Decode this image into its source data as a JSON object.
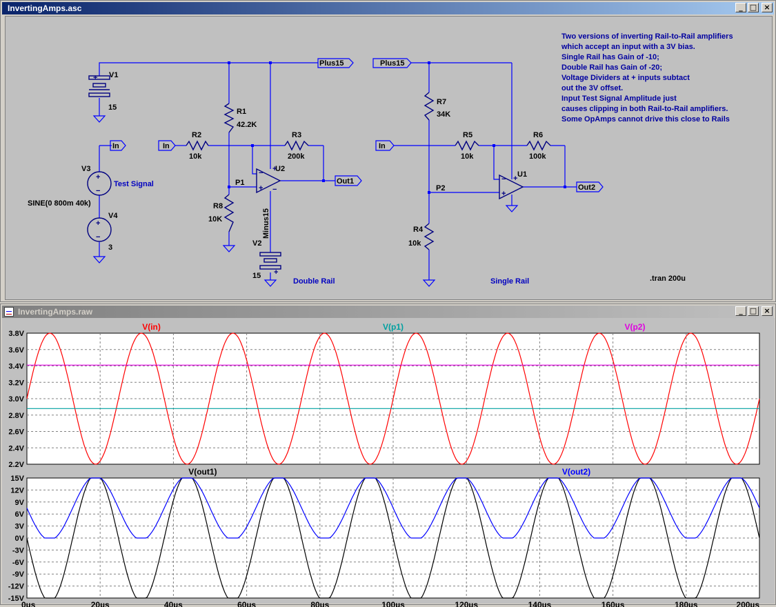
{
  "schematic_window": {
    "title": "InvertingAmps.asc",
    "buttons": {
      "minimize": "_",
      "maximize": "□",
      "close": "×"
    },
    "notes": [
      "Two versions of inverting Rail-to-Rail amplifiers",
      "which accept an input with a 3V bias.",
      "Single Rail has Gain of -10;",
      "Double Rail has Gain of -20;",
      "Voltage Dividers at + inputs subtact",
      "out the 3V offset.",
      "Input Test Signal Amplitude just",
      "causes clipping in both Rail-to-Rail amplifiers.",
      "Some OpAmps cannot drive this close to Rails"
    ],
    "components": {
      "v1": {
        "name": "V1",
        "value": "15"
      },
      "v2": {
        "name": "V2",
        "value": "15"
      },
      "v3": {
        "name": "V3",
        "label": "Test Signal",
        "value": "SINE(0 800m 40k)"
      },
      "v4": {
        "name": "V4",
        "value": "3"
      },
      "r1": {
        "name": "R1",
        "value": "42.2K"
      },
      "r2": {
        "name": "R2",
        "value": "10k"
      },
      "r3": {
        "name": "R3",
        "value": "200k"
      },
      "r4": {
        "name": "R4",
        "value": "10k"
      },
      "r5": {
        "name": "R5",
        "value": "10k"
      },
      "r6": {
        "name": "R6",
        "value": "100k"
      },
      "r7": {
        "name": "R7",
        "value": "34K"
      },
      "r8": {
        "name": "R8",
        "value": "10K"
      },
      "u1": {
        "name": "U1"
      },
      "u2": {
        "name": "U2"
      }
    },
    "nets": {
      "plus15": "Plus15",
      "minus15": "Minus15",
      "in": "In",
      "out1": "Out1",
      "out2": "Out2",
      "p1": "P1",
      "p2": "P2"
    },
    "captions": {
      "double_rail": "Double Rail",
      "single_rail": "Single Rail"
    },
    "directive": ".tran 200u",
    "colors": {
      "wire": "#0000ff",
      "component": "#000080",
      "text_blue": "#0000c0",
      "background": "#c0c0c0"
    }
  },
  "waveform_window": {
    "title": "InvertingAmps.raw",
    "buttons": {
      "minimize": "_",
      "maximize": "□",
      "close": "×"
    },
    "x_ticks": [
      "0µs",
      "20µs",
      "40µs",
      "60µs",
      "80µs",
      "100µs",
      "120µs",
      "140µs",
      "160µs",
      "180µs",
      "200µs"
    ]
  },
  "chart_data": [
    {
      "type": "line",
      "x_unit": "µs",
      "xlim": [
        0,
        200
      ],
      "ylim": [
        2.2,
        3.8
      ],
      "y_ticks": [
        "3.8V",
        "3.6V",
        "3.4V",
        "3.2V",
        "3.0V",
        "2.8V",
        "2.6V",
        "2.4V",
        "2.2V"
      ],
      "grid": true,
      "series": [
        {
          "name": "V(in)",
          "color": "#ff0000",
          "kind": "sine",
          "offset": 3.0,
          "amplitude": 0.8,
          "freq_khz": 40,
          "phase": "sin"
        },
        {
          "name": "V(p1)",
          "color": "#00a0a0",
          "kind": "dc",
          "value": 2.88
        },
        {
          "name": "V(p2)",
          "color": "#e000e0",
          "kind": "dc",
          "value": 3.41
        }
      ]
    },
    {
      "type": "line",
      "x_unit": "µs",
      "xlim": [
        0,
        200
      ],
      "ylim": [
        -15,
        15
      ],
      "y_ticks": [
        "15V",
        "12V",
        "9V",
        "6V",
        "3V",
        "0V",
        "-3V",
        "-6V",
        "-9V",
        "-12V",
        "-15V"
      ],
      "grid": true,
      "series": [
        {
          "name": "V(out1)",
          "color": "#000000",
          "kind": "clipped_sine",
          "offset": 0,
          "amplitude": 16,
          "freq_khz": 40,
          "invert": true,
          "clip": [
            -15,
            15
          ]
        },
        {
          "name": "V(out2)",
          "color": "#0000ff",
          "kind": "clipped_sine",
          "offset": 7.5,
          "amplitude": 8,
          "freq_khz": 40,
          "invert": true,
          "clip": [
            0,
            15
          ]
        }
      ]
    }
  ]
}
